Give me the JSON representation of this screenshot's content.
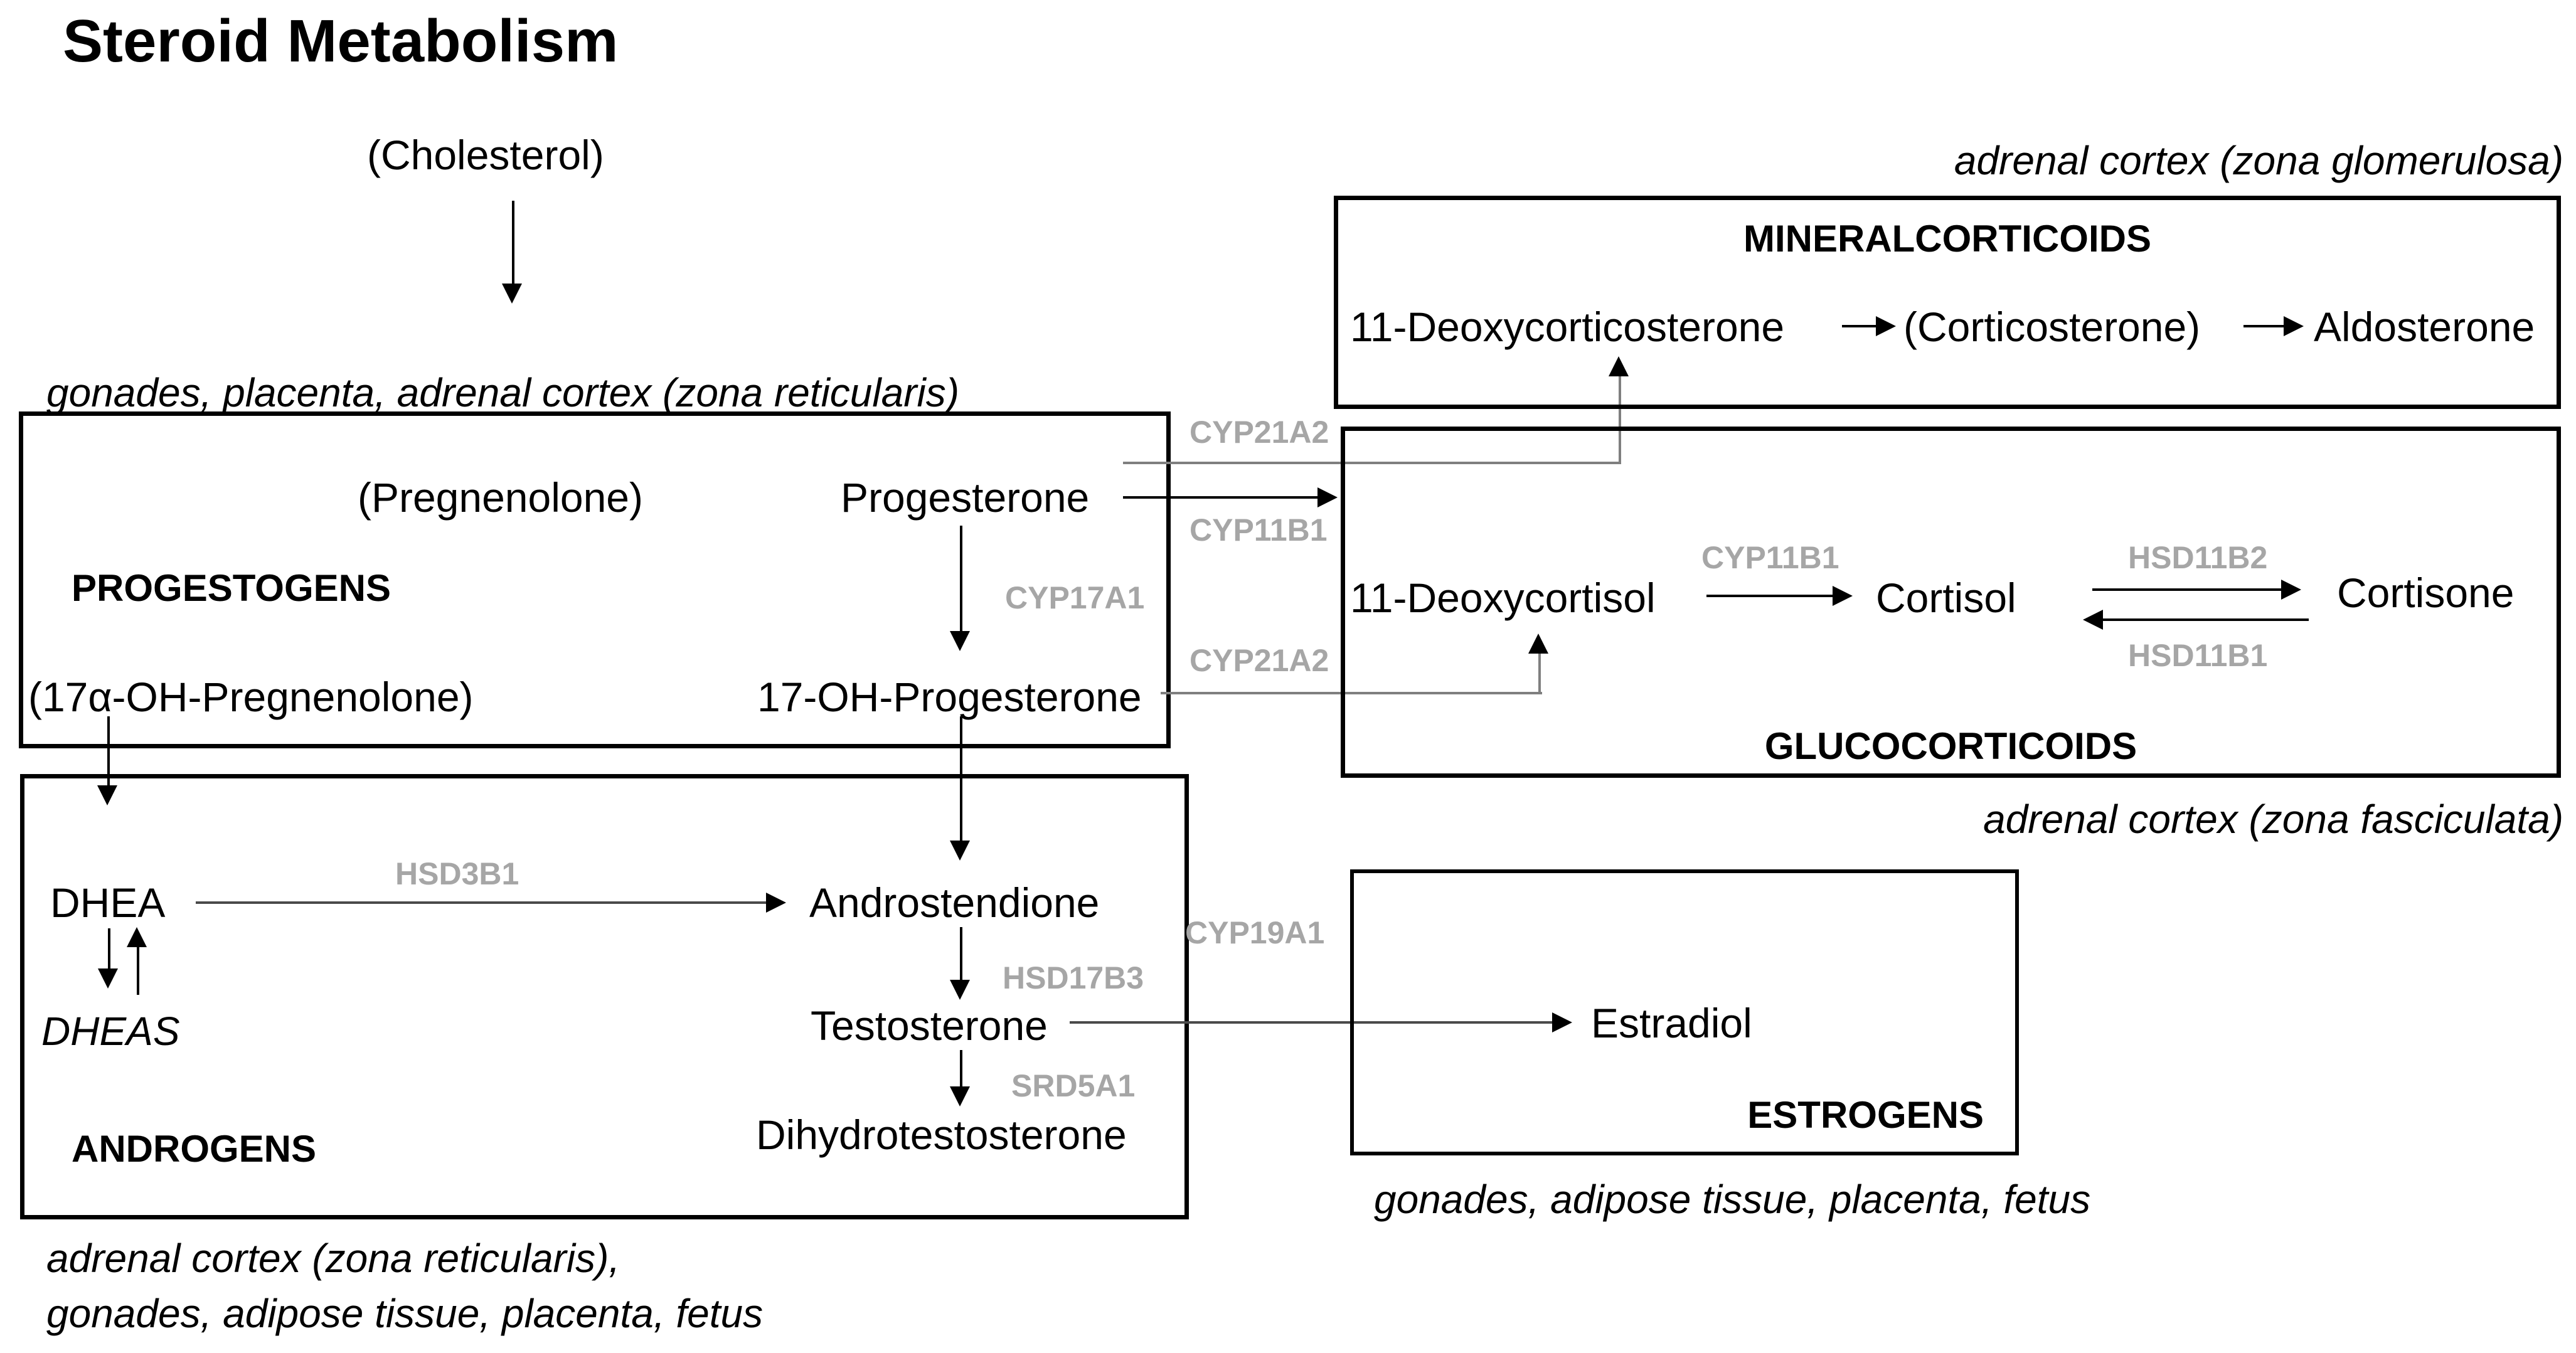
{
  "title": "Steroid Metabolism",
  "cholesterol": "(Cholesterol)",
  "regions": {
    "progestogens": "gonades, placenta, adrenal cortex (zona reticularis)",
    "mineralcorticoids": "adrenal cortex (zona glomerulosa)",
    "glucocorticoids": "adrenal cortex (zona fasciculata)",
    "androgens_line1": "adrenal cortex (zona reticularis),",
    "androgens_line2": "gonades, adipose tissue, placenta, fetus",
    "estrogens": "gonades, adipose tissue, placenta, fetus"
  },
  "groups": {
    "progestogens": "PROGESTOGENS",
    "mineralcorticoids": "MINERALCORTICOIDS",
    "glucocorticoids": "GLUCOCORTICOIDS",
    "androgens": "ANDROGENS",
    "estrogens": "ESTROGENS"
  },
  "nodes": {
    "pregnenolone": "(Pregnenolone)",
    "progesterone": "Progesterone",
    "oh_pregnenolone": "(17α-OH-Pregnenolone)",
    "oh_progesterone": "17-OH-Progesterone",
    "deoxycorticosterone": "11-Deoxycorticosterone",
    "corticosterone": "(Corticosterone)",
    "aldosterone": "Aldosterone",
    "deoxycortisol": "11-Deoxycortisol",
    "cortisol": "Cortisol",
    "cortisone": "Cortisone",
    "dhea": "DHEA",
    "dheas": "DHEAS",
    "androstendione": "Androstendione",
    "testosterone": "Testosterone",
    "dihydrotestosterone": "Dihydrotestosterone",
    "estradiol": "Estradiol"
  },
  "enzymes": {
    "cyp21a2_top": "CYP21A2",
    "cyp11b1_progesterone": "CYP11B1",
    "cyp21a2_bottom": "CYP21A2",
    "cyp17a1": "CYP17A1",
    "cyp11b1": "CYP11B1",
    "hsd11b2": "HSD11B2",
    "hsd11b1": "HSD11B1",
    "hsd3b1": "HSD3B1",
    "hsd17b3": "HSD17B3",
    "srd5a1": "SRD5A1",
    "cyp19a1": "CYP19A1"
  },
  "colors": {
    "ink": "#000000",
    "enzyme_gray": "#a6a6a6",
    "connector_gray": "#7f7f7f",
    "background": "#ffffff"
  }
}
